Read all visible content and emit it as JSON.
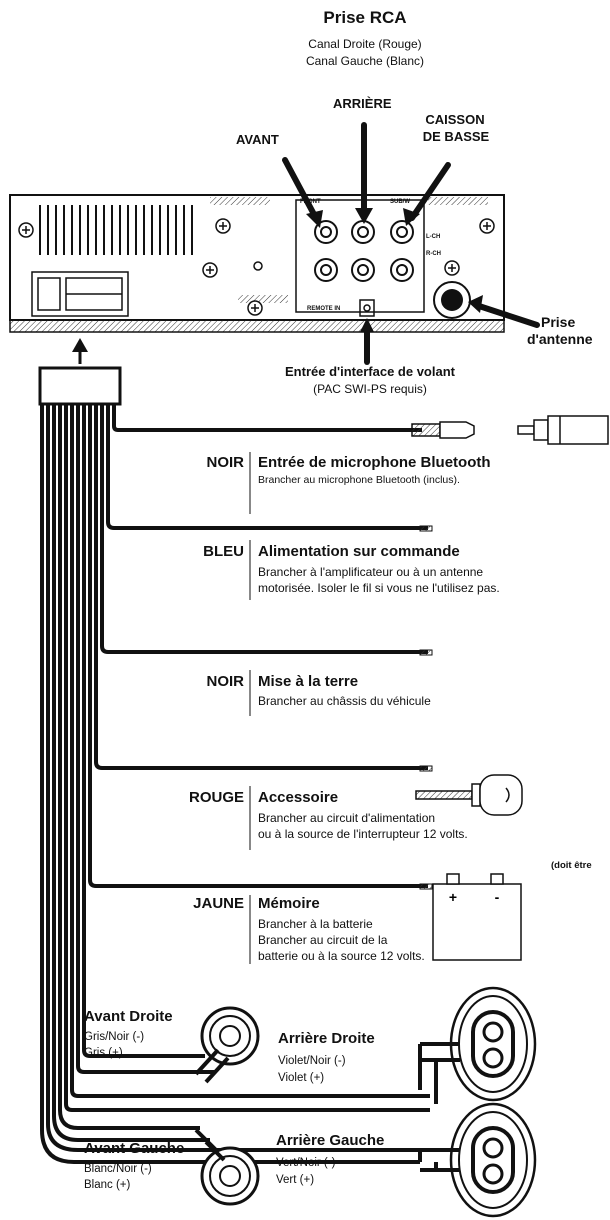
{
  "rca": {
    "title": "Prise RCA",
    "line1": "Canal Droite (Rouge)",
    "line2": "Canal Gauche (Blanc)"
  },
  "outputs": {
    "front": "AVANT",
    "rear": "ARRIÈRE",
    "sub_line1": "CAISSON",
    "sub_line2": "DE BASSE"
  },
  "unit": {
    "front_tag": "FRONT",
    "subw_tag": "SUB/W",
    "lch_tag": "L-CH",
    "rch_tag": "R-CH",
    "remote_tag": "REMOTE IN"
  },
  "antenna": {
    "line1": "Prise",
    "line2": "d'antenne"
  },
  "steering": {
    "line1": "Entrée d'interface de volant",
    "line2": "(PAC SWI-PS requis)"
  },
  "wires": [
    {
      "color": "NOIR",
      "title": "Entrée de microphone Bluetooth",
      "desc": [
        "Brancher au microphone Bluetooth (inclus)."
      ]
    },
    {
      "color": "BLEU",
      "title": "Alimentation sur commande",
      "desc": [
        "Brancher à l'amplificateur ou à un antenne",
        "motorisée. Isoler le fil si vous ne l'utilisez pas."
      ]
    },
    {
      "color": "NOIR",
      "title": "Mise à la terre",
      "desc": [
        "Brancher au châssis du véhicule"
      ]
    },
    {
      "color": "ROUGE",
      "title": "Accessoire",
      "desc": [
        "Brancher au circuit d'alimentation",
        "ou à la source de l'interrupteur 12 volts."
      ]
    },
    {
      "color": "JAUNE",
      "title": "Mémoire",
      "desc": [
        "Brancher à la batterie",
        "Brancher au circuit de la",
        "batterie ou à la source 12 volts."
      ]
    }
  ],
  "battery_note": "(doit être",
  "speakers": {
    "front_right": {
      "name": "Avant Droite",
      "neg": "Gris/Noir (-)",
      "pos": "Gris (+)"
    },
    "rear_right": {
      "name": "Arrière Droite",
      "neg": "Violet/Noir (-)",
      "pos": "Violet (+)"
    },
    "front_left": {
      "name": "Avant Gauche",
      "neg": "Blanc/Noir (-)",
      "pos": "Blanc (+)"
    },
    "rear_left": {
      "name": "Arrière Gauche",
      "neg": "Vert/Noir (-)",
      "pos": "Vert (+)"
    }
  }
}
